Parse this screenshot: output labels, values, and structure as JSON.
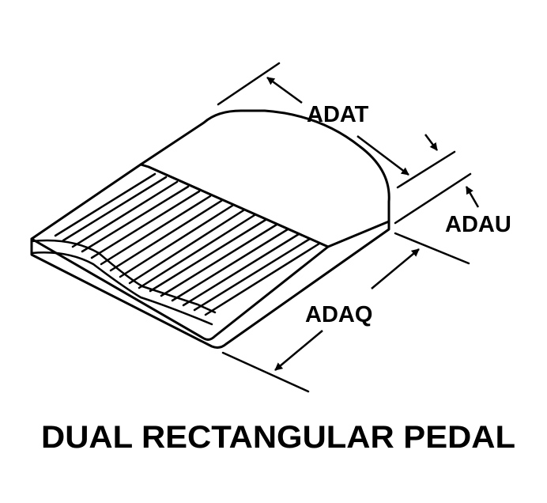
{
  "diagram": {
    "labels": {
      "adat": "ADAT",
      "adau": "ADAU",
      "adaq": "ADAQ"
    },
    "caption": "DUAL RECTANGULAR PEDAL"
  }
}
